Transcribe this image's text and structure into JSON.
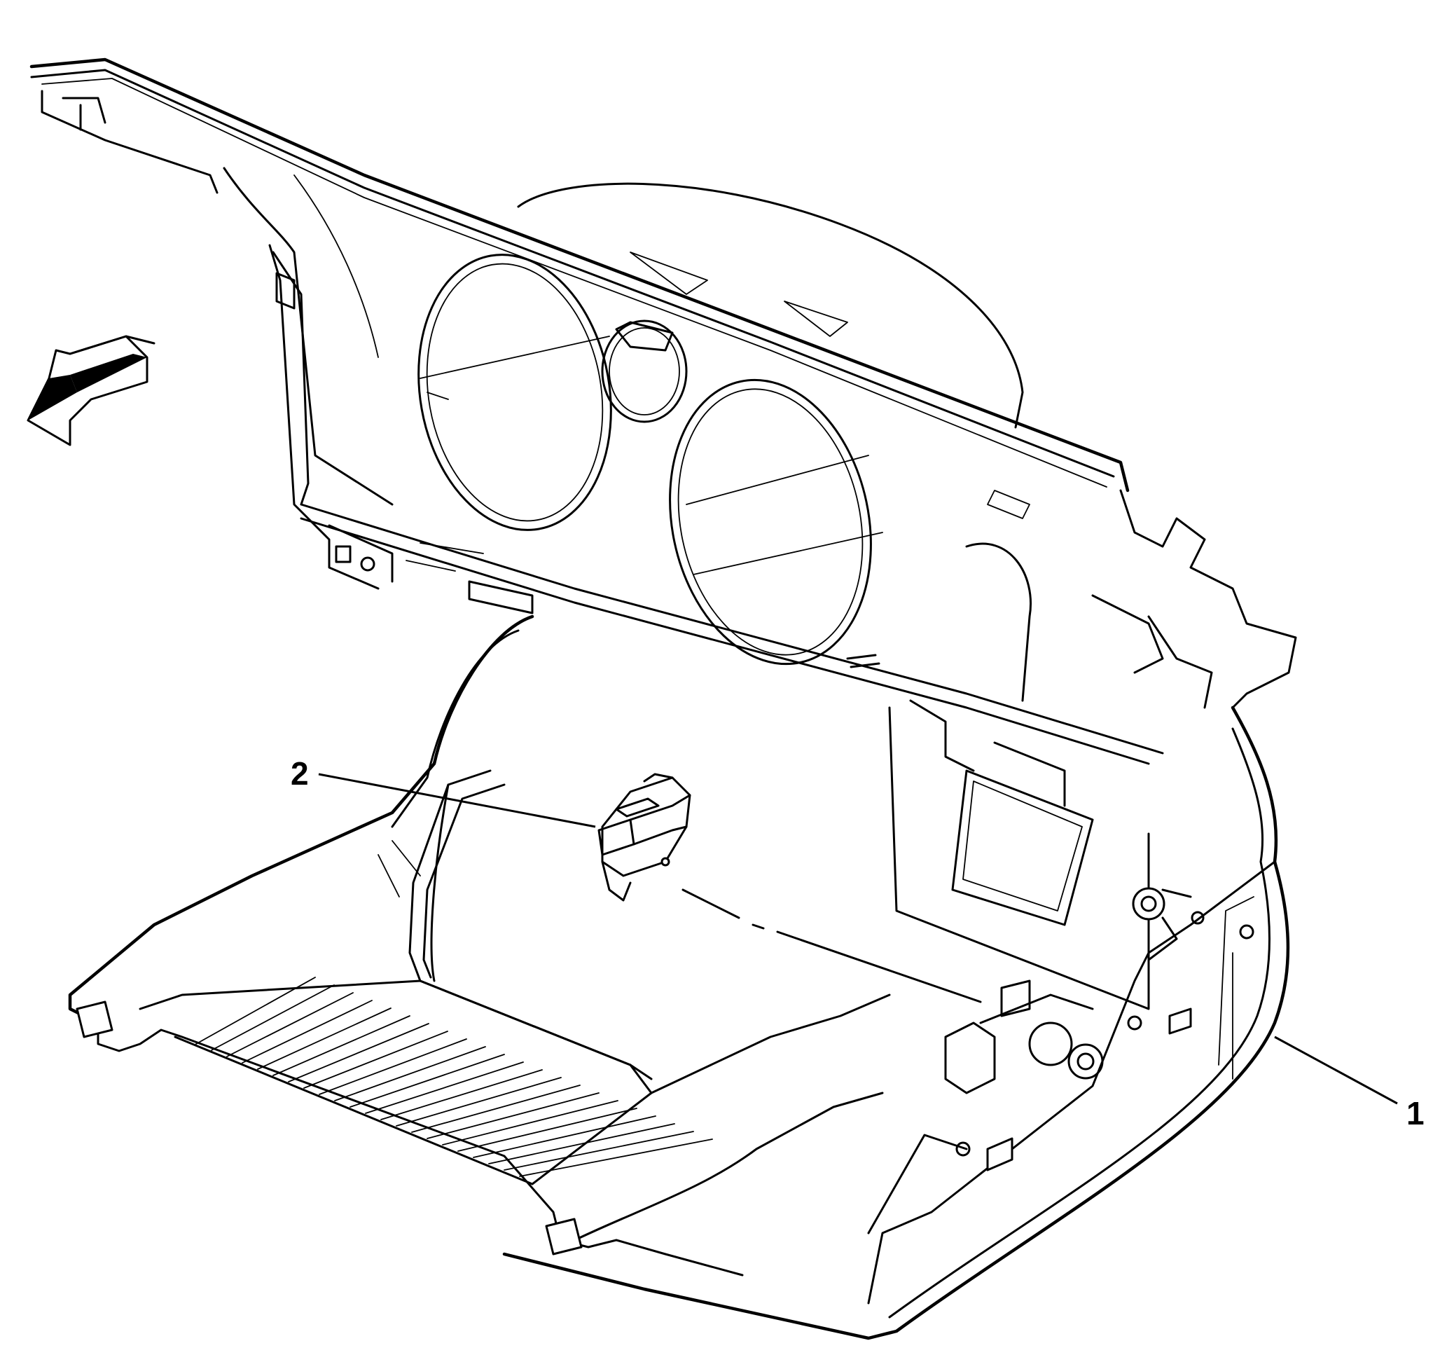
{
  "callouts": [
    {
      "id": "1",
      "label": "1",
      "part": "instrument-panel-lower-trim"
    },
    {
      "id": "2",
      "label": "2",
      "part": "switch-module"
    }
  ],
  "icons": {
    "direction_arrow": "arrow-front-of-vehicle-icon"
  },
  "colors": {
    "line": "#000000",
    "background": "#ffffff"
  }
}
